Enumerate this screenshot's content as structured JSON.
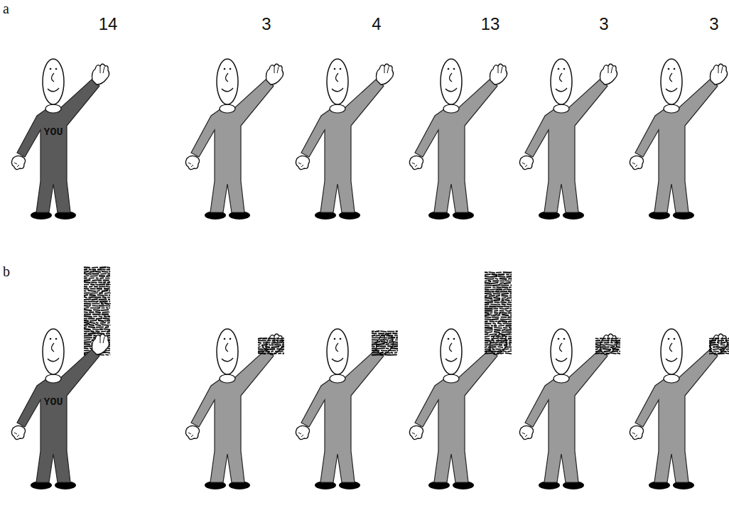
{
  "diagram": {
    "nodes": [
      {
        "text": [
          "YOU"
        ]
      },
      {
        "text": [
          "YOU"
        ]
      }
    ],
    "labels": [
      "a",
      "14",
      "3",
      "4",
      "13",
      "3",
      "3",
      "b"
    ]
  }
}
